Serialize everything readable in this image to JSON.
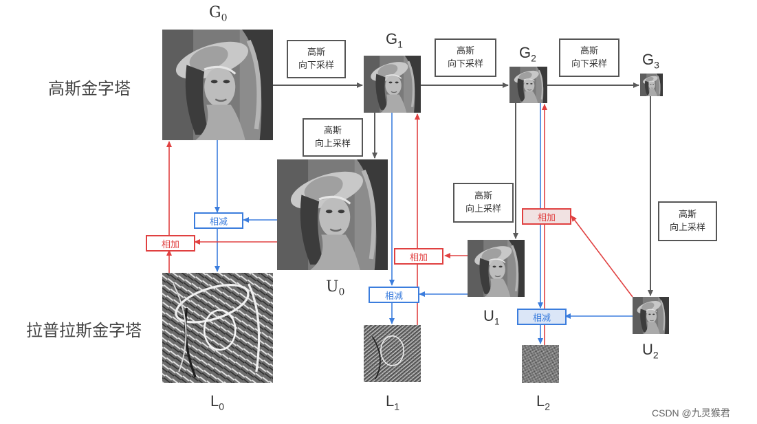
{
  "row_labels": {
    "gaussian": "高斯金字塔",
    "laplacian": "拉普拉斯金字塔"
  },
  "symbols": {
    "g0": {
      "base": "G",
      "sub": "0"
    },
    "g1": {
      "base": "G",
      "sub": "1"
    },
    "g2": {
      "base": "G",
      "sub": "2"
    },
    "g3": {
      "base": "G",
      "sub": "3"
    },
    "u0": {
      "base": "U",
      "sub": "0"
    },
    "u1": {
      "base": "U",
      "sub": "1"
    },
    "u2": {
      "base": "U",
      "sub": "2"
    },
    "l0": {
      "base": "L",
      "sub": "0"
    },
    "l1": {
      "base": "L",
      "sub": "1"
    },
    "l2": {
      "base": "L",
      "sub": "2"
    }
  },
  "operations": {
    "down_1": {
      "line1": "高斯",
      "line2": "向下采样"
    },
    "down_2": {
      "line1": "高斯",
      "line2": "向下采样"
    },
    "down_3": {
      "line1": "高斯",
      "line2": "向下采样"
    },
    "up_0": {
      "line1": "高斯",
      "line2": "向上采样"
    },
    "up_1": {
      "line1": "高斯",
      "line2": "向上采样"
    },
    "up_2": {
      "line1": "高斯",
      "line2": "向上采样"
    },
    "subtract_0": "相减",
    "subtract_1": "相减",
    "subtract_2": "相减",
    "add_0": "相加",
    "add_1": "相加",
    "add_2": "相加"
  },
  "colors": {
    "gray_arrow": "#5a5a5a",
    "blue_arrow": "#3b7ddd",
    "red_arrow": "#e04040"
  },
  "watermark": "CSDN @九灵猴君"
}
